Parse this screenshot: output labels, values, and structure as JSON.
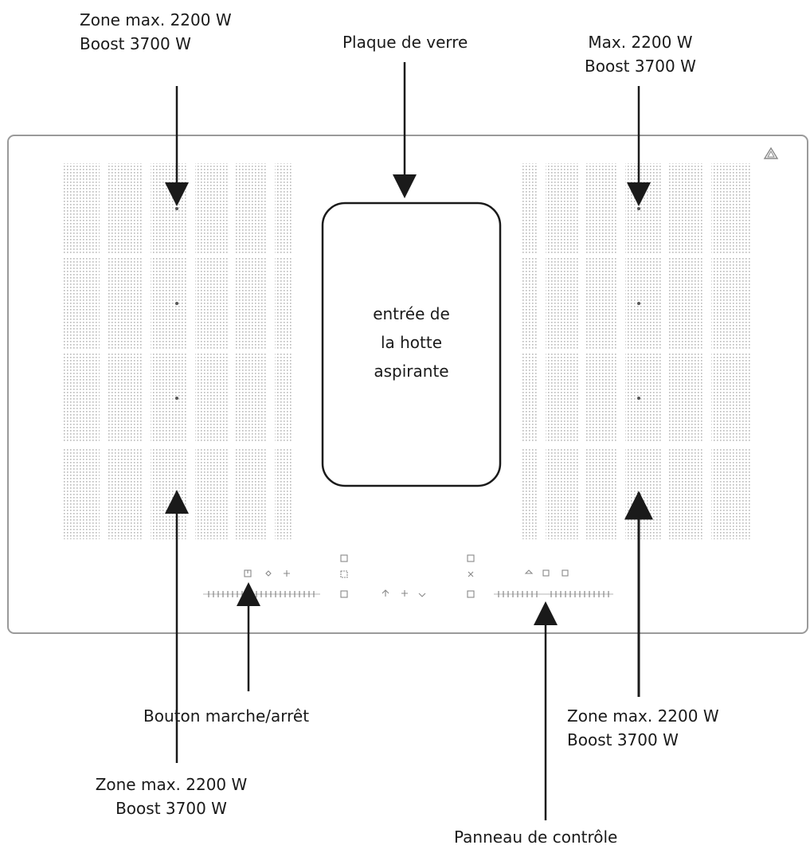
{
  "labels": {
    "top_left_zone": {
      "line1": "Zone max. 2200 W",
      "line2": "Boost 3700 W"
    },
    "glass_plate": "Plaque de verre",
    "top_right_zone": {
      "line1": "Max. 2200 W",
      "line2": "Boost 3700 W"
    },
    "hood_inlet": {
      "line1": "entrée de",
      "line2": "la hotte",
      "line3": "aspirante"
    },
    "power_button": "Bouton marche/arrêt",
    "bottom_right_zone": {
      "line1": "Zone max. 2200 W",
      "line2": "Boost 3700 W"
    },
    "bottom_left_zone": {
      "line1": "Zone max. 2200 W",
      "line2": "Boost 3700 W"
    },
    "control_panel": "Panneau de contrôle"
  },
  "colors": {
    "line": "#1a1a1a",
    "hob_border": "#9a9a9a",
    "grid": "#c8c8c8",
    "icons": "#888888"
  },
  "icons": [
    "power-icon",
    "warning-triangle-icon",
    "fan-icon",
    "timer-icon",
    "lock-icon",
    "pause-icon",
    "bridge-icon"
  ]
}
